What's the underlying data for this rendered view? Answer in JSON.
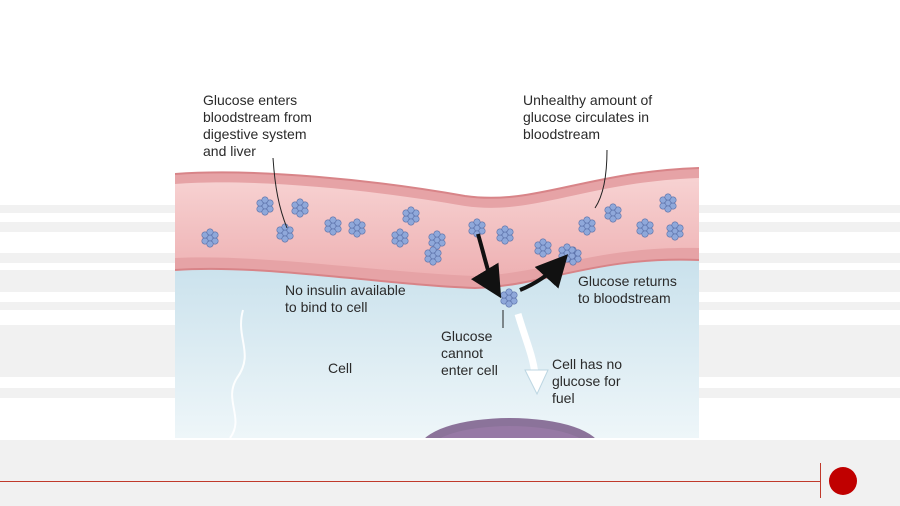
{
  "slide": {
    "accent_color": "#c00000",
    "background_stripes_color": "#f1f1f1"
  },
  "diagram": {
    "labels": {
      "glucose_enters": "Glucose enters\nbloodstream from\ndigestive system\nand liver",
      "unhealthy_amount": "Unhealthy amount of\nglucose circulates in\nbloodstream",
      "no_insulin": "No insulin available\nto bind to cell",
      "glucose_returns": "Glucose returns\nto bloodstream",
      "glucose_cannot": "Glucose\ncannot\nenter cell",
      "cell": "Cell",
      "no_fuel": "Cell has no\nglucose for\nfuel"
    },
    "colors": {
      "vessel_wall": "#e9a3a6",
      "vessel_lumen": "#f4c4c4",
      "cell_body": "#d6eaf2",
      "glucose": "#8fa8da",
      "nucleus": "#7a5c8a"
    }
  }
}
